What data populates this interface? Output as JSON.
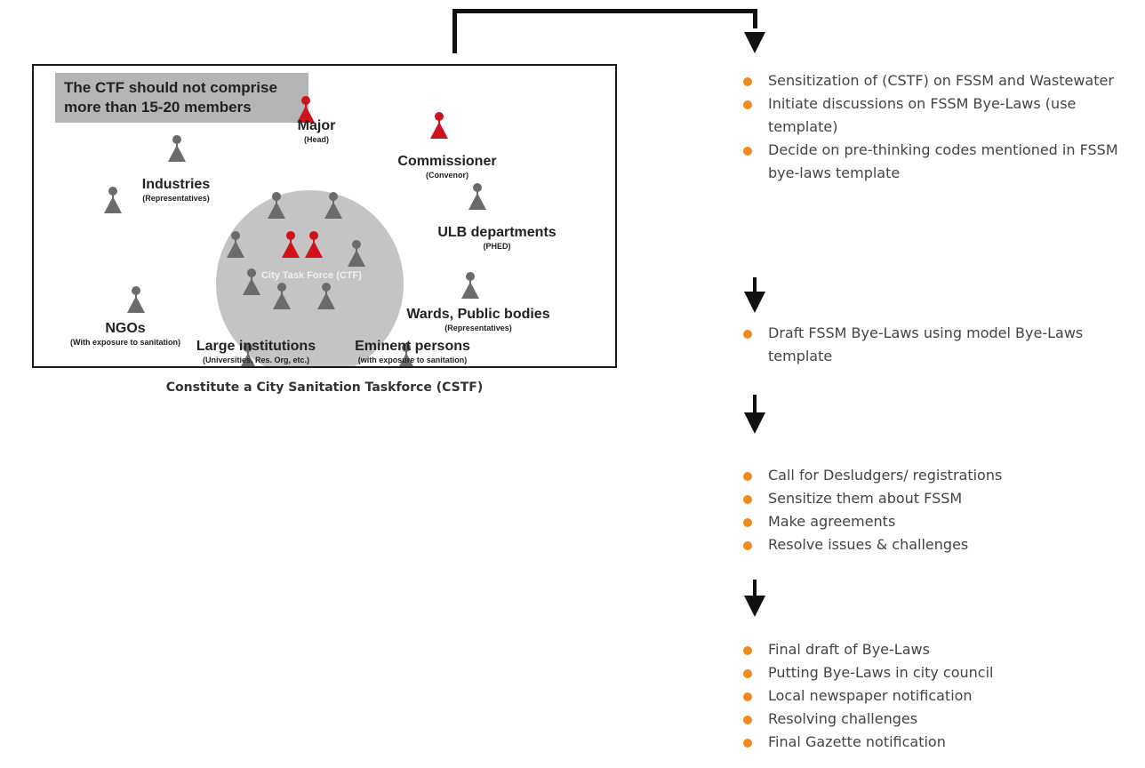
{
  "diagram": {
    "note": [
      "The CTF should not comprise",
      "more than 15-20 members"
    ],
    "circle_label": "City Task Force (CTF)",
    "roles": {
      "major": {
        "name": "Major",
        "sub": "(Head)"
      },
      "commissioner": {
        "name": "Commissioner",
        "sub": "(Convenor)"
      },
      "industries": {
        "name": "Industries",
        "sub": "(Representatives)"
      },
      "ulb": {
        "name": "ULB departments",
        "sub": "(PHED)"
      },
      "ngos": {
        "name": "NGOs",
        "sub": "(With exposure to sanitation)"
      },
      "wards": {
        "name": "Wards, Public bodies",
        "sub": "(Representatives)"
      },
      "large": {
        "name": "Large institutions",
        "sub": "(Universities, Res. Org, etc.)"
      },
      "eminent": {
        "name": "Eminent persons",
        "sub": "(with exposure to sanitation)"
      }
    },
    "caption": "Constitute a City Sanitation Taskforce (CSTF)"
  },
  "steps": [
    {
      "items": [
        "Sensitization of (CSTF) on FSSM and Wastewater",
        "Initiate discussions on FSSM Bye-Laws (use template)",
        "Decide on pre-thinking codes mentioned in FSSM bye-laws template"
      ]
    },
    {
      "items": [
        "Draft FSSM Bye-Laws using model Bye-Laws template"
      ]
    },
    {
      "items": [
        "Call for Desludgers/ registrations",
        "Sensitize them about FSSM",
        "Make agreements",
        "Resolve issues & challenges"
      ]
    },
    {
      "items": [
        "Final draft of Bye-Laws",
        "Putting Bye-Laws in city council",
        "Local newspaper notification",
        "Resolving challenges",
        "Final Gazette notification"
      ]
    }
  ],
  "colors": {
    "accent_bullet": "#f08a1c",
    "head_person": "#d0121b",
    "member_person": "#6b6b6b",
    "circle": "#c4c4c4",
    "note_bg": "#b5b5b5"
  }
}
